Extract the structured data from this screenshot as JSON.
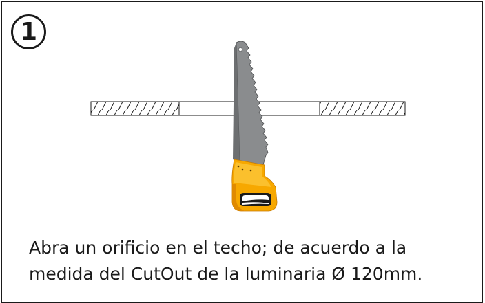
{
  "step": {
    "number": "1"
  },
  "instruction": {
    "line1": "Abra un orificio en el techo; de acuerdo a la",
    "line2": "medida del CutOut de la luminaria Ø 120mm."
  },
  "colors": {
    "outline": "#1a1a1a",
    "blade": "#8a8c8e",
    "blade_shade": "#6d6f71",
    "handle": "#f7a800",
    "handle_light": "#fbc02d",
    "handle_dark": "#e08a00",
    "grip": "#1a1a1a"
  }
}
